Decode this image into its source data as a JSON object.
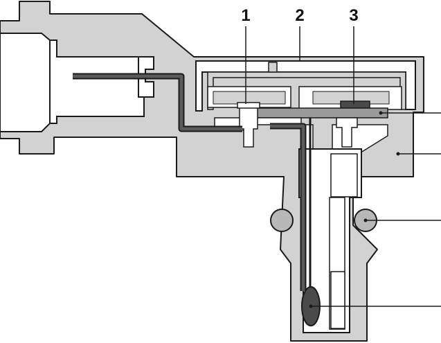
{
  "callouts": {
    "one": "1",
    "two": "2",
    "three": "3"
  },
  "colors": {
    "housing": "#d2d2d2",
    "outline": "#1a1a1a",
    "conductor": "#4a4a4a",
    "background": "#ffffff"
  }
}
